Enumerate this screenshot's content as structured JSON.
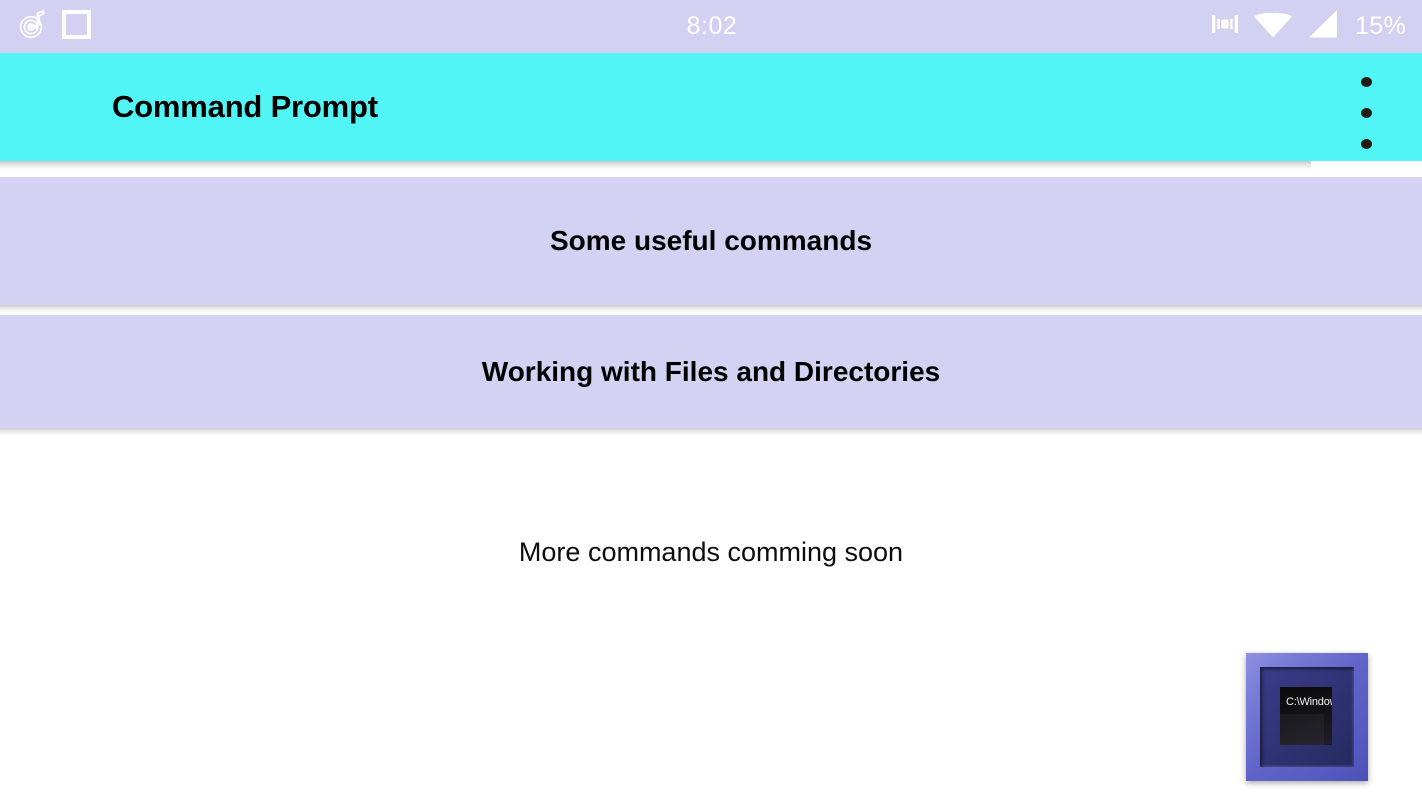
{
  "status_bar": {
    "clock": "8:02",
    "battery_label": "15%",
    "background_color": "#d2d1f2",
    "foreground_color": "#ffffff",
    "left_icons": [
      {
        "name": "music-notification-icon",
        "label": "music-notification-icon"
      },
      {
        "name": "square-notification-icon",
        "label": "square-notification-icon"
      }
    ],
    "right_icons": [
      {
        "name": "vibrate-icon",
        "label": "vibrate-icon"
      },
      {
        "name": "wifi-icon",
        "label": "wifi-icon"
      },
      {
        "name": "cellular-signal-icon",
        "label": "cellular-signal-icon"
      }
    ]
  },
  "app_bar": {
    "title": "Command Prompt",
    "background_color": "#52f5f5",
    "title_color": "#000000",
    "overflow_menu": {
      "name": "overflow-menu-icon",
      "dot_color": "#231a14",
      "dot_count": 3
    }
  },
  "main": {
    "buttons": [
      {
        "label": "Some useful commands",
        "background_color": "#d4d2f2",
        "text_color": "#000000"
      },
      {
        "label": "Working with Files and Directories",
        "background_color": "#d4d2f2",
        "text_color": "#000000"
      }
    ],
    "coming_soon_text": "More commands comming soon",
    "background_color": "#ffffff"
  },
  "cmd_icon": {
    "screen_text": "C:\\Windows\\",
    "frame_color": "#6a6ed0",
    "screen_color": "#101014",
    "text_color": "#f2f2f2"
  }
}
